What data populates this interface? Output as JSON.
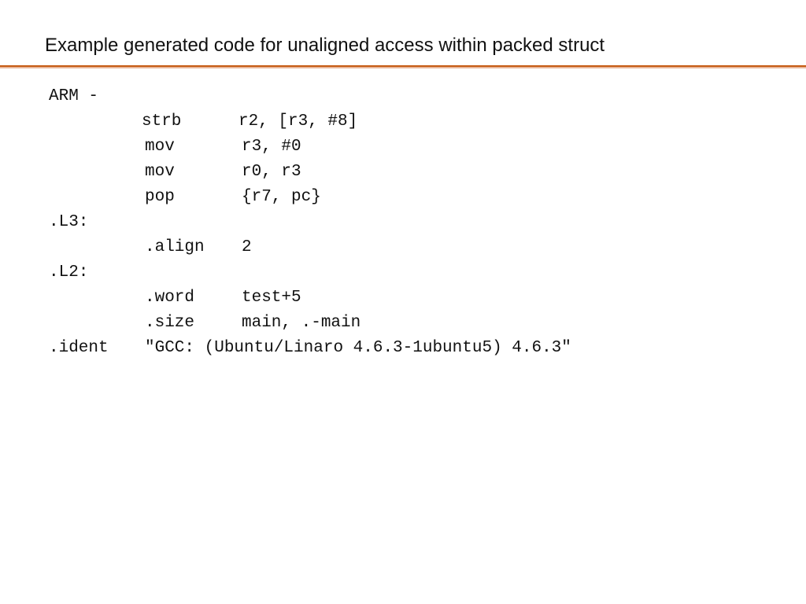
{
  "slide": {
    "title": "Example generated code for unaligned access within packed struct",
    "accent_color": "#c55a11"
  },
  "code": {
    "lines": [
      {
        "label": "ARM -"
      },
      {
        "op": "strb",
        "args": "r2, [r3, #8]"
      },
      {
        "op": "mov",
        "args": "r3, #0"
      },
      {
        "op": "mov",
        "args": "r0, r3"
      },
      {
        "op": "pop",
        "args": "{r7, pc}"
      },
      {
        "label": ".L3:"
      },
      {
        "op": ".align",
        "args": "2"
      },
      {
        "label": ".L2:"
      },
      {
        "op": ".word",
        "args": "test+5"
      },
      {
        "op": ".size",
        "args": "main, .-main"
      },
      {
        "label": ".ident",
        "args": "\"GCC: (Ubuntu/Linaro 4.6.3-1ubuntu5) 4.6.3\""
      }
    ]
  }
}
